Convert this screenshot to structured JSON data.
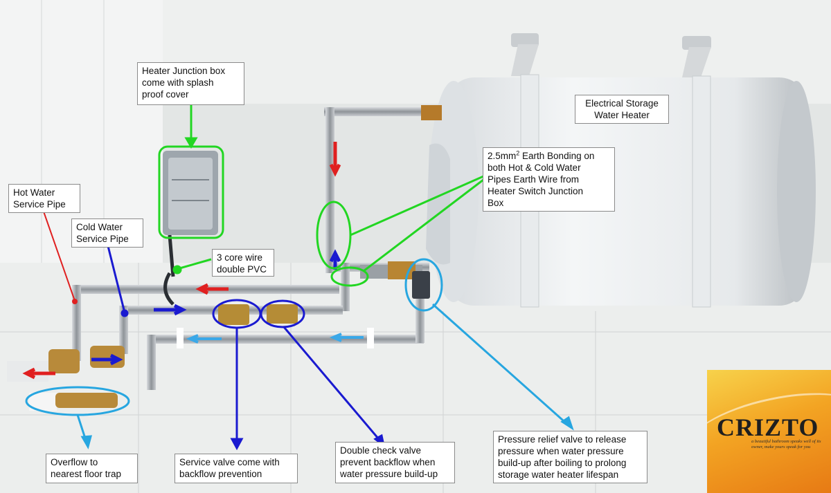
{
  "labels": {
    "junction_box": "Heater Junction  box\ncome with splash\nproof cover",
    "storage_heater": "Electrical Storage\nWater Heater",
    "earth_bonding_pre": "2.5mm",
    "earth_bonding_sup": "2",
    "earth_bonding_post": " Earth Bonding on\nboth Hot & Cold Water\nPipes Earth Wire from\nHeater Switch Junction\nBox",
    "hot_water_pipe": "Hot Water\nService Pipe",
    "cold_water_pipe": "Cold Water\nService Pipe",
    "three_core_wire": "3 core wire\ndouble PVC",
    "overflow": "Overflow  to\nnearest floor trap",
    "service_valve": "Service valve  come with\nbackflow prevention",
    "double_check_valve": "Double check valve\nprevent backflow when\nwater pressure build-up",
    "pressure_relief": "Pressure relief valve to release\npressure when water pressure\nbuild-up after boiling to prolong\nstorage water heater lifespan"
  },
  "brand": {
    "name": "CRIZTO",
    "tagline": "a beautiful bathroom speaks well of its owner, make yours speak for you"
  },
  "colors": {
    "green_callout": "#22d622",
    "blue_callout": "#1a1ad0",
    "light_blue_callout": "#27a6e0",
    "red_arrow": "#e02020",
    "cyan_arrow": "#3aa8e8"
  }
}
